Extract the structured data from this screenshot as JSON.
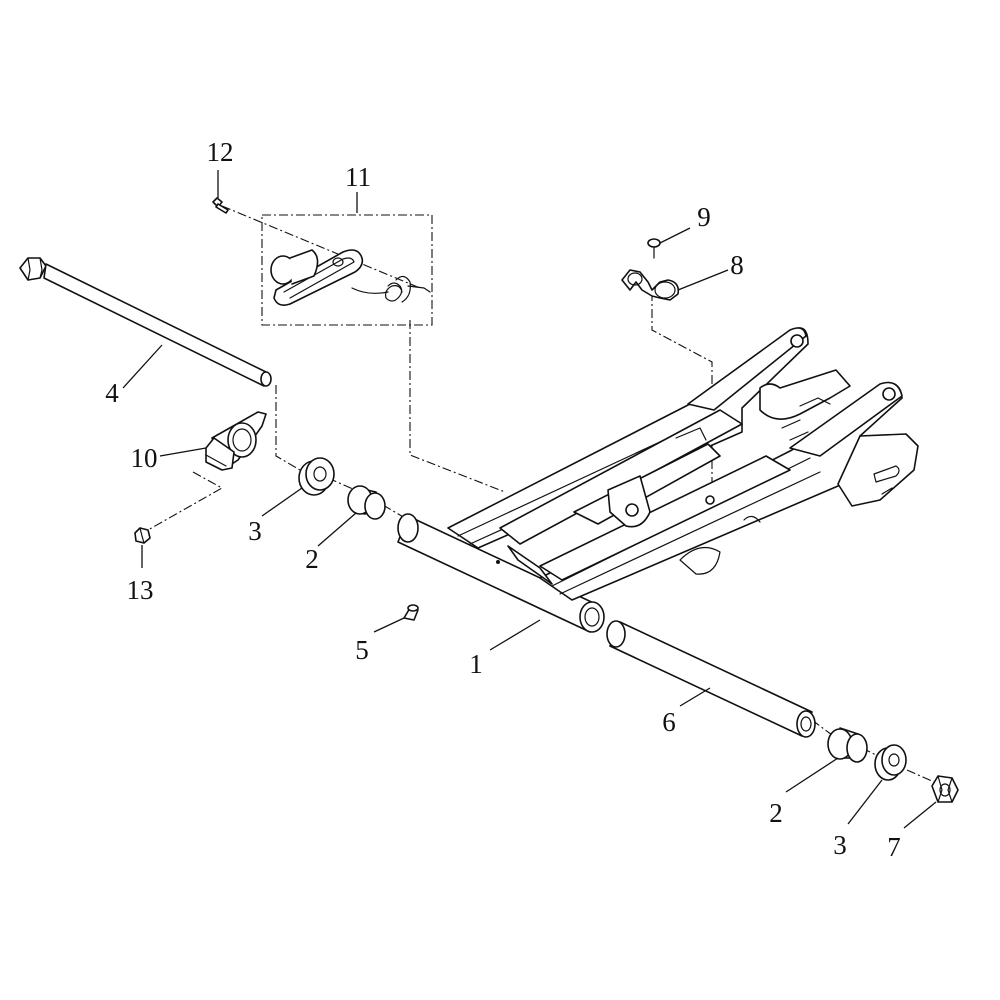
{
  "diagram": {
    "type": "exploded parts diagram",
    "line_color": "#111111",
    "background": "#ffffff"
  },
  "callouts": {
    "c1": "1",
    "c2a": "2",
    "c2b": "2",
    "c3a": "3",
    "c3b": "3",
    "c4": "4",
    "c5": "5",
    "c6": "6",
    "c7": "7",
    "c8": "8",
    "c9": "9",
    "c10": "10",
    "c11": "11",
    "c12": "12",
    "c13": "13"
  }
}
